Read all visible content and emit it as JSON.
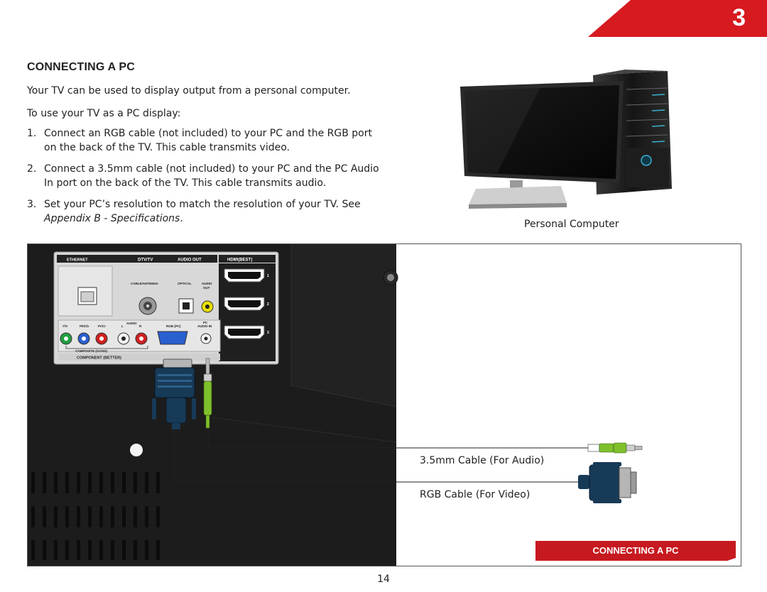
{
  "chapter": {
    "number": "3",
    "color": "#d71920"
  },
  "section": {
    "heading": "CONNECTING A PC",
    "intro": "Your TV can be used to display output from a personal computer.",
    "lead": "To use your TV as a PC display:",
    "steps": [
      {
        "num": "1.",
        "text": "Connect an RGB cable (not included) to your PC and the RGB port on the back of the TV. This cable transmits video."
      },
      {
        "num": "2.",
        "text": "Connect a 3.5mm cable (not included) to your PC and the PC Audio In port on the back of the TV. This cable transmits audio."
      },
      {
        "num": "3.",
        "text_main": "Set your PC’s resolution to match the resolution of your TV. See ",
        "text_italic": "Appendix B - Specifications",
        "text_end": "."
      }
    ]
  },
  "pc_figure": {
    "caption": "Personal Computer"
  },
  "tv_panel": {
    "port_labels": {
      "ethernet": "ETHERNET",
      "dtv": "DTV/TV",
      "audio_out": "AUDIO OUT",
      "hdmi": "HDMI(BEST)",
      "cable_antenna": "CABLE/ANTENNA",
      "optical": "OPTICAL",
      "audio": "AUDIO",
      "out": "OUT",
      "y_v": "Y/V",
      "pb_cb": "Pb/Cb",
      "pr_cr": "Pr/Cr",
      "l": "L",
      "audio2": "AUDIO",
      "r": "R",
      "rgb_pc": "RGB (PC)",
      "pc": "PC",
      "audio_in": "AUDIO IN",
      "composite": "COMPOSITE (GOOD)",
      "component": "COMPONENT (BETTER)",
      "hdmi_1": "1",
      "hdmi_2": "2",
      "hdmi_3": "3"
    }
  },
  "cables": {
    "audio_label": "3.5mm Cable (For Audio)",
    "rgb_label": "RGB Cable (For Video)"
  },
  "footer": {
    "banner": "CONNECTING A PC",
    "page_number": "14"
  }
}
